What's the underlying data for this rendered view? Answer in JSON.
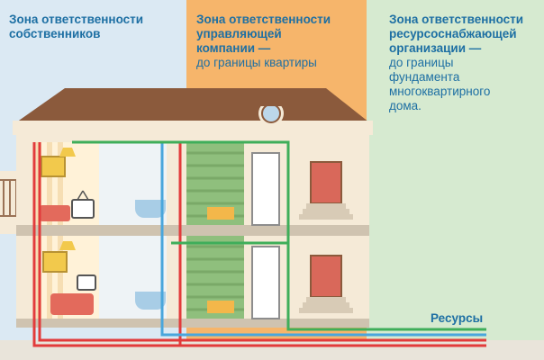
{
  "zones": [
    {
      "title_line1": "Зона ответственности",
      "title_line2": "собственников",
      "note": [],
      "color": "#dbe9f3"
    },
    {
      "title_line1": "Зона ответственности",
      "title_line2": "управляющей",
      "title_line3": "компании —",
      "note": [
        "до границы квартиры"
      ],
      "color": "#f6b56b"
    },
    {
      "title_line1": "Зона ответственности",
      "title_line2": "ресурсоснабжающей",
      "title_line3": "организации —",
      "note": [
        "до границы",
        "фундамента",
        "многоквартирного",
        "дома."
      ],
      "color": "#d6ead0"
    }
  ],
  "resources_label": "Ресурсы",
  "colors": {
    "pipe_red": "#e23b3b",
    "pipe_green": "#3fae5a",
    "pipe_blue": "#49a6dc",
    "roof": "#8b5a3c",
    "wall": "#f5ead7"
  }
}
